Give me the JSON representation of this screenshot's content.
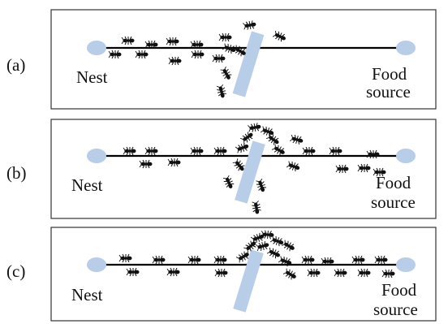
{
  "colors": {
    "node": "#b8cde8",
    "obstacle": "#b8cde8",
    "path": "#000000",
    "ant": "#111111",
    "frame": "#333333"
  },
  "icons": {
    "ant": "ant-icon",
    "nest": "circle",
    "food": "circle",
    "obstacle": "rotated-rectangle"
  },
  "panels": [
    {
      "id": "a",
      "label": "(a)",
      "nest_label": "Nest",
      "food_label_1": "Food",
      "food_label_2": "source"
    },
    {
      "id": "b",
      "label": "(b)",
      "nest_label": "Nest",
      "food_label_1": "Food",
      "food_label_2": "source"
    },
    {
      "id": "c",
      "label": "(c)",
      "nest_label": "Nest",
      "food_label_1": "Food",
      "food_label_2": "source"
    }
  ]
}
